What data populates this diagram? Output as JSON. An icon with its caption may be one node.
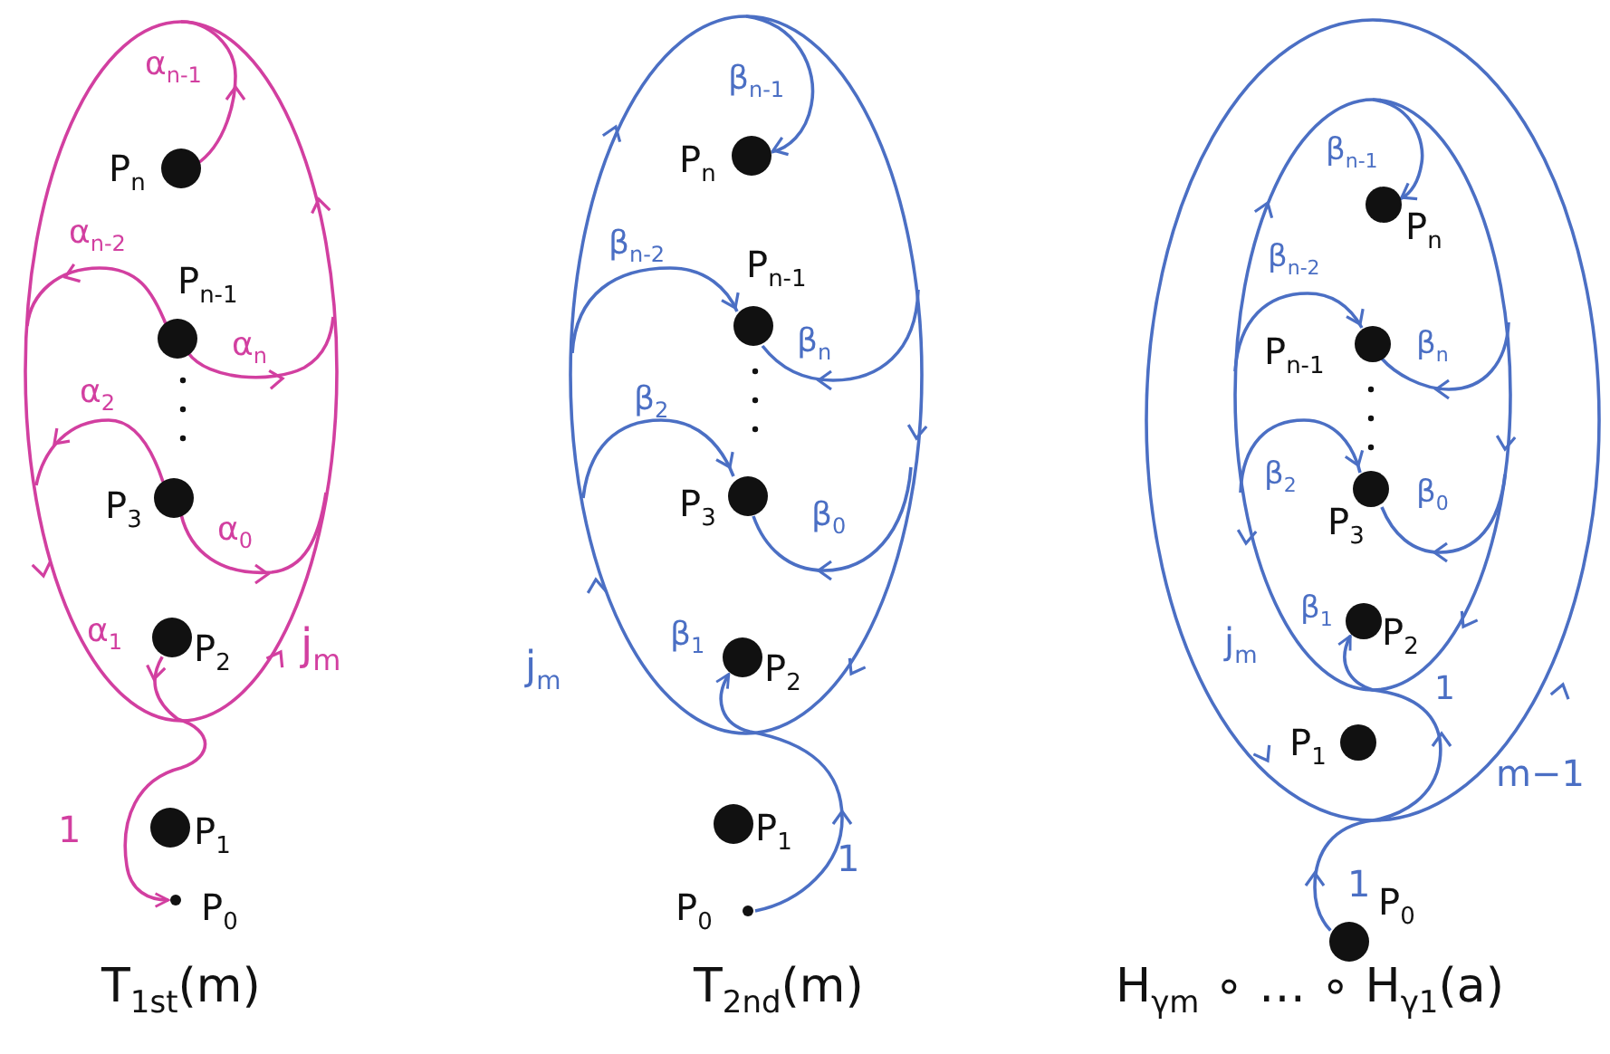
{
  "diagram": {
    "nodes": [
      {
        "text": [
          "P$_{n}$"
        ]
      },
      {
        "text": [
          "P$_{n-1}$"
        ]
      },
      {
        "text": [
          "P$_{3}$"
        ]
      },
      {
        "text": [
          "P$_{2}$"
        ]
      },
      {
        "text": [
          "P$_{1}$"
        ]
      },
      {
        "text": [
          "P$_{0}$"
        ]
      },
      {
        "text": [
          "P$_{n}$"
        ]
      },
      {
        "text": [
          "P$_{n-1}$"
        ]
      },
      {
        "text": [
          "P$_{3}$"
        ]
      },
      {
        "text": [
          "P$_{2}$"
        ]
      },
      {
        "text": [
          "P$_{1}$"
        ]
      },
      {
        "text": [
          "P$_{0}$"
        ]
      },
      {
        "text": [
          "P$_{n}$"
        ]
      },
      {
        "text": [
          "P$_{n-1}$"
        ]
      },
      {
        "text": [
          "P$_{3}$"
        ]
      },
      {
        "text": [
          "P$_{2}$"
        ]
      },
      {
        "text": [
          "P$_{1}$"
        ]
      },
      {
        "text": [
          "P$_{0}$"
        ]
      }
    ],
    "edges": [
      {
        "from": 3,
        "to": 5,
        "arrow": "to",
        "label": "1",
        "color": "#d23fa0"
      },
      {
        "from": 11,
        "to": 9,
        "arrow": "to",
        "label": "1"
      },
      {
        "from": 17,
        "to": 15,
        "arrow": "to",
        "label": "1"
      }
    ],
    "labels": [
      "α$_{n-1}$",
      "α$_{n-2}$",
      "α$_{n}$",
      "α$_{2}$",
      "α$_{0}$",
      "α$_{1}$",
      "j$_{m}$",
      "T$_{1st}$(m)",
      "β$_{n-1}$",
      "β$_{n-2}$",
      "β$_{n}$",
      "β$_{2}$",
      "β$_{0}$",
      "β$_{1}$",
      "j$_{m}$",
      "T$_{2nd}$(m)",
      "β$_{n-1}$",
      "β$_{n-2}$",
      "β$_{n}$",
      "β$_{2}$",
      "β$_{0}$",
      "β$_{1}$",
      "j$_{m}$",
      "1",
      "m−1",
      "H$_{γm}$ ∘ … ∘ H$_{γ1}$(a)"
    ]
  }
}
